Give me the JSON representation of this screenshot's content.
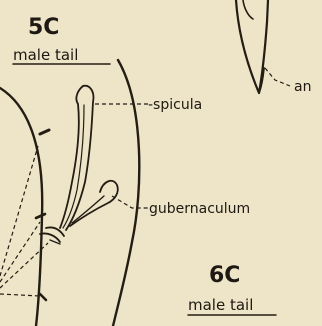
{
  "figures": [
    {
      "number": "5C",
      "caption": "male tail"
    },
    {
      "number": "6C",
      "caption": "male tail"
    }
  ],
  "callouts": {
    "spicula": "-spicula",
    "gubernaculum": "gubernaculum",
    "an": "an"
  },
  "colors": {
    "paper": "#eee4c8",
    "ink": "#231d14"
  }
}
